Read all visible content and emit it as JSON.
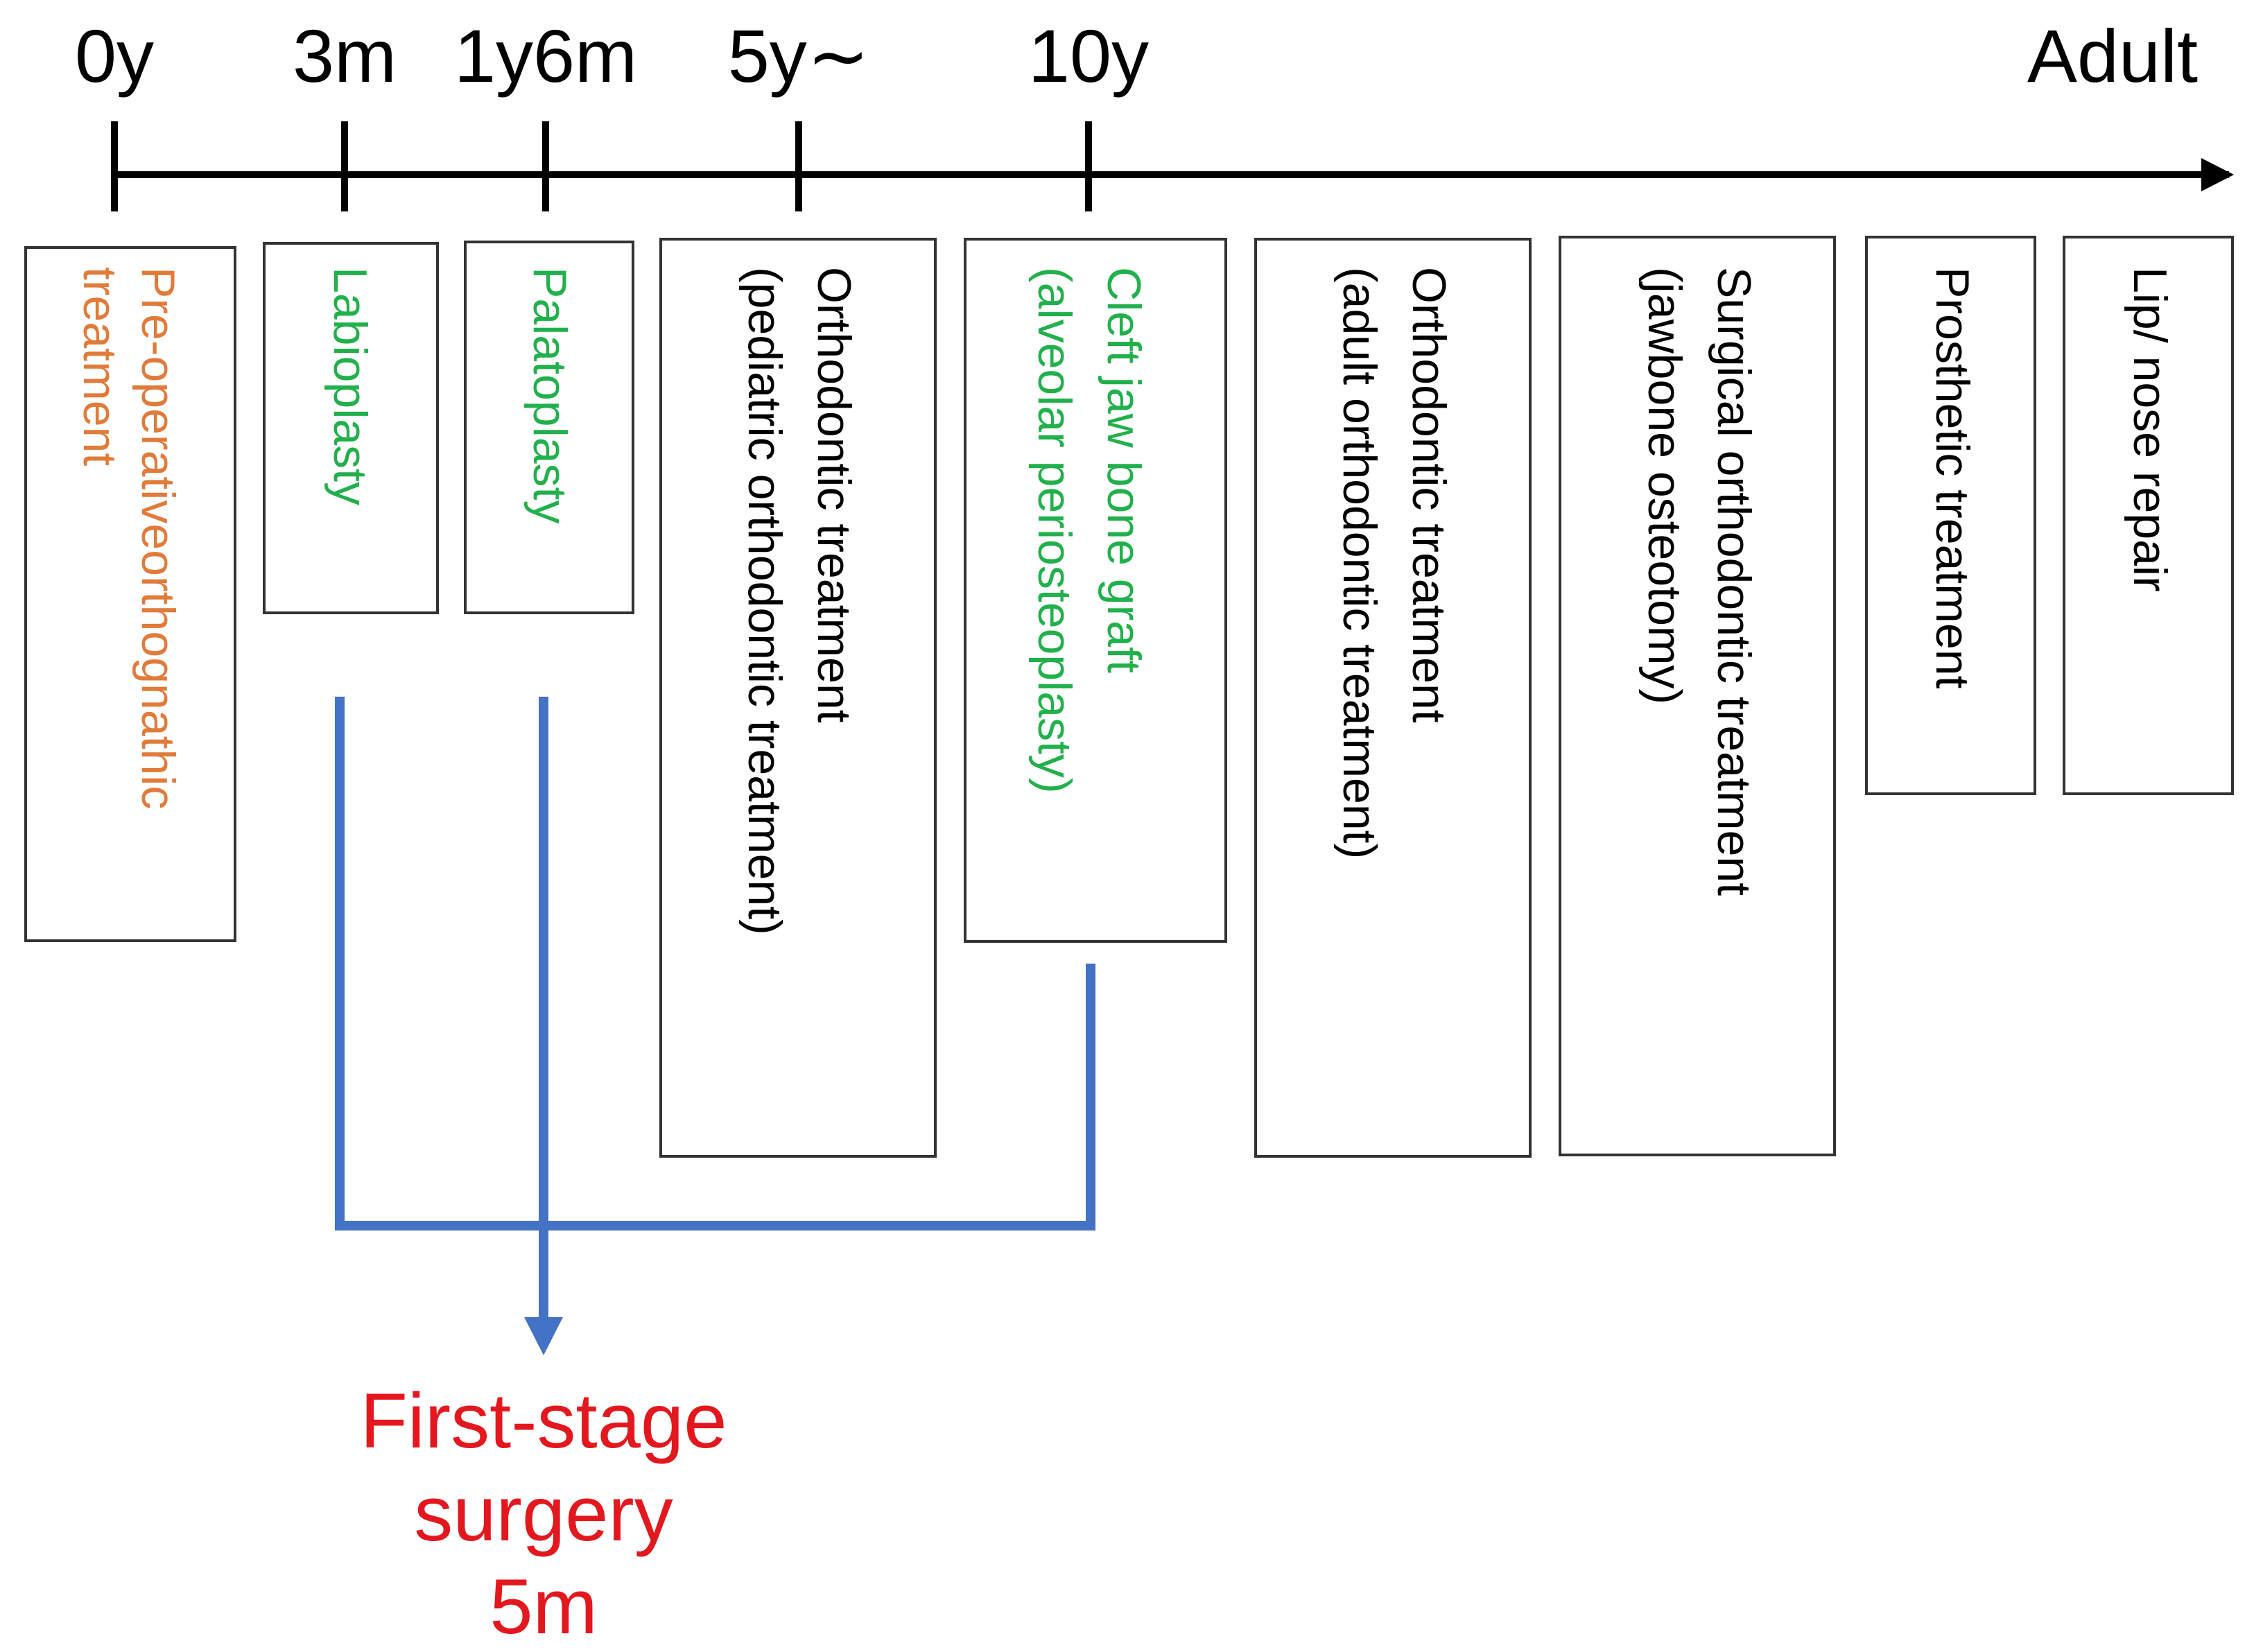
{
  "timeline": {
    "ticks": [
      "0y",
      "3m",
      "1y6m",
      "5y∼",
      "10y"
    ],
    "end_label": "Adult"
  },
  "colors": {
    "axis": "#000000",
    "box_border": "#333333",
    "orange": "#E07B3A",
    "green": "#21B04B",
    "black": "#000000",
    "bracket": "#4472C4",
    "callout": "#E3181E"
  },
  "boxes": [
    {
      "lines": [
        "Pre-operativeorthognathic",
        "treatment"
      ],
      "color": "orange"
    },
    {
      "lines": [
        "Labioplasty"
      ],
      "color": "green"
    },
    {
      "lines": [
        "Palatoplasty"
      ],
      "color": "green"
    },
    {
      "lines": [
        "Orthodontic treatment",
        "(pediatric orthodontic treatment)"
      ],
      "color": "black"
    },
    {
      "lines": [
        "Cleft jaw bone graft",
        "(alveolar periosteoplasty)"
      ],
      "color": "green"
    },
    {
      "lines": [
        "Orthodontic treatment",
        "(adult orthodontic treatment)"
      ],
      "color": "black"
    },
    {
      "lines": [
        "Surgical orthodontic treatment",
        "(jawbone osteotomy)"
      ],
      "color": "black"
    },
    {
      "lines": [
        "Prosthetic treatment"
      ],
      "color": "black"
    },
    {
      "lines": [
        "Lip/ nose repair"
      ],
      "color": "black"
    }
  ],
  "first_stage": {
    "lines": [
      "First-stage",
      "surgery",
      "5m"
    ]
  }
}
